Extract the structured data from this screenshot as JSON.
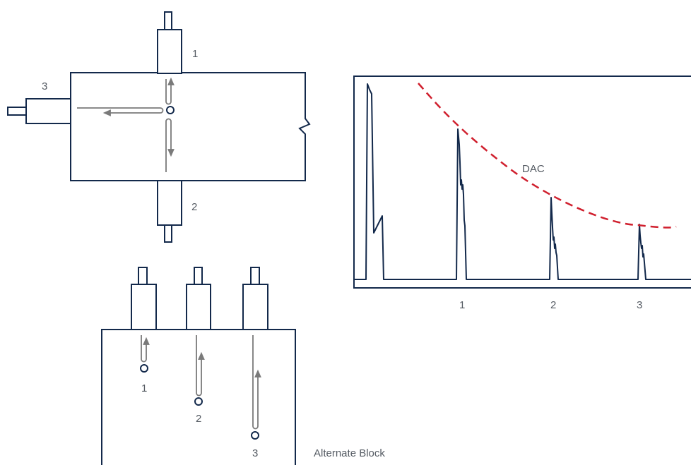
{
  "top_block": {
    "transducer_labels": [
      "1",
      "2",
      "3"
    ]
  },
  "alternate_block": {
    "hole_labels": [
      "1",
      "2",
      "3"
    ],
    "caption": "Alternate Block"
  },
  "display": {
    "curve_label": "DAC",
    "signal_labels": [
      "1",
      "2",
      "3"
    ]
  },
  "colors": {
    "outline": "#13294b",
    "beam_path": "#7a7a7a",
    "dac_curve": "#d0202e",
    "label_text": "#555b63"
  }
}
